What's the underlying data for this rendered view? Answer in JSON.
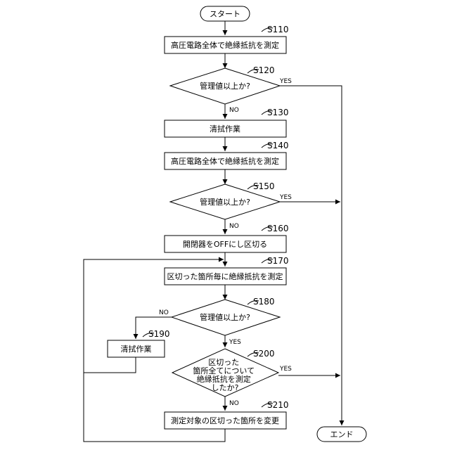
{
  "nodes": {
    "start": {
      "text": "スタート"
    },
    "s110": {
      "step": "S110",
      "text": "高圧電路全体で絶縁抵抗を測定"
    },
    "s120": {
      "step": "S120",
      "text": "管理値以上か?"
    },
    "s130": {
      "step": "S130",
      "text": "清拭作業"
    },
    "s140": {
      "step": "S140",
      "text": "高圧電路全体で絶縁抵抗を測定"
    },
    "s150": {
      "step": "S150",
      "text": "管理値以上か?"
    },
    "s160": {
      "step": "S160",
      "text": "開閉器をOFFにし区切る"
    },
    "s170": {
      "step": "S170",
      "text": "区切った箇所毎に絶縁抵抗を測定"
    },
    "s180": {
      "step": "S180",
      "text": "管理値以上か?"
    },
    "s190": {
      "step": "S190",
      "text": "清拭作業"
    },
    "s200": {
      "step": "S200",
      "lines": [
        "区切った",
        "箇所全てについて",
        "絶縁抵抗を測定",
        "したか?"
      ]
    },
    "s210": {
      "step": "S210",
      "text": "測定対象の区切った箇所を変更"
    },
    "end": {
      "text": "エンド"
    }
  },
  "edge_labels": {
    "s120_yes": "YES",
    "s120_no": "NO",
    "s150_yes": "YES",
    "s150_no": "NO",
    "s180_no": "NO",
    "s180_yes": "YES",
    "s200_yes": "YES",
    "s200_no": "NO"
  }
}
